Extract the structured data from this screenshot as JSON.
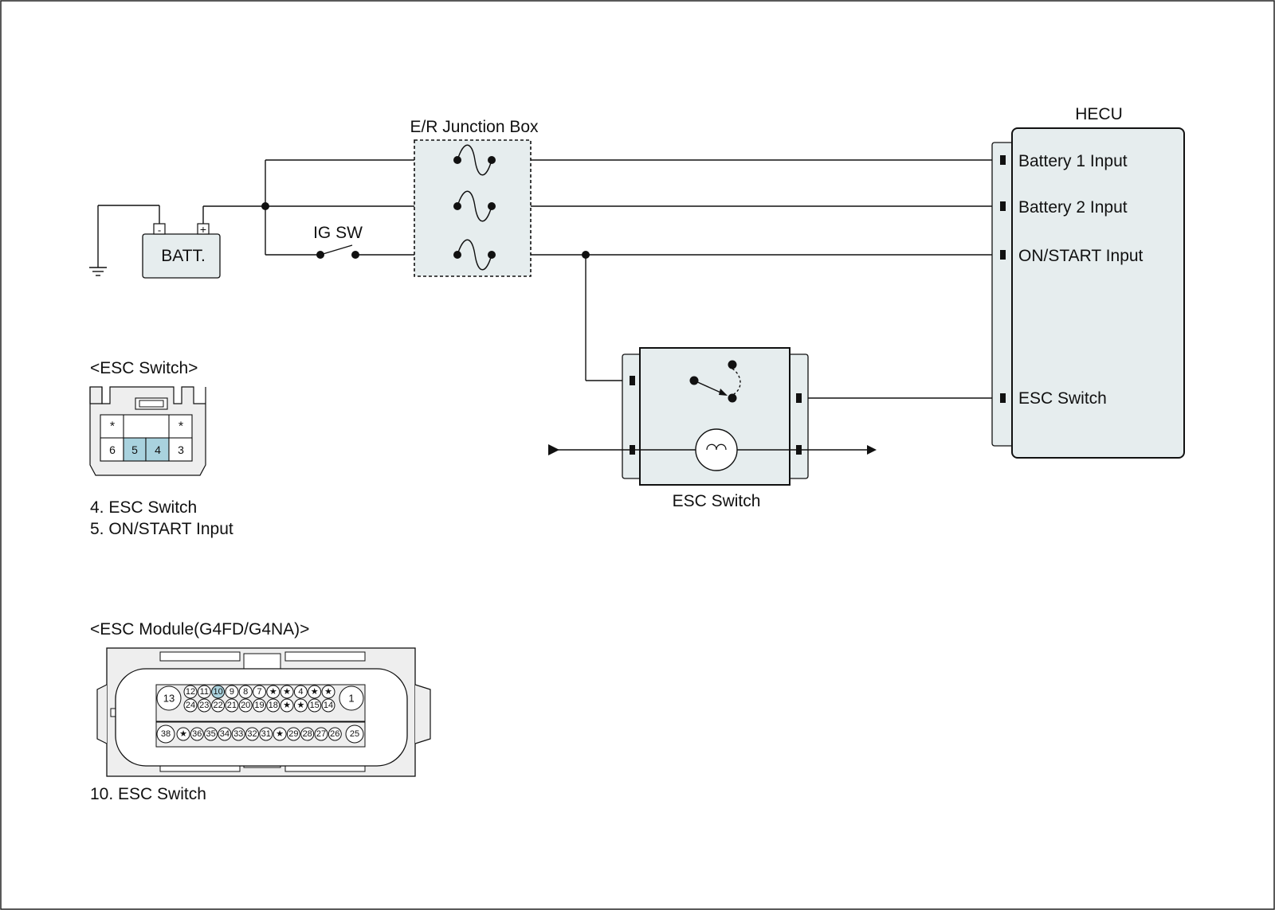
{
  "labels": {
    "hecu_title": "HECU",
    "hecu_pins": [
      "Battery 1 Input",
      "Battery 2 Input",
      "ON/START Input",
      "ESC Switch"
    ],
    "junction_box": "E/R Junction Box",
    "ig_sw": "IG SW",
    "battery": "BATT.",
    "batt_minus": "-",
    "batt_plus": "+",
    "esc_switch_component": "ESC Switch"
  },
  "esc_switch_connector": {
    "title": "<ESC Switch>",
    "top_row": [
      "*",
      "",
      "",
      "*"
    ],
    "bottom_row": [
      "6",
      "5",
      "4",
      "3"
    ],
    "highlighted": [
      "5",
      "4"
    ],
    "legend": [
      "4. ESC Switch",
      "5. ON/START Input"
    ]
  },
  "esc_module_connector": {
    "title": "<ESC Module(G4FD/G4NA)>",
    "left_big_pin": "13",
    "right_big_pin": "1",
    "row1": [
      "12",
      "11",
      "10",
      "9",
      "8",
      "7",
      "★",
      "★",
      "4",
      "★",
      "★"
    ],
    "row2": [
      "24",
      "23",
      "22",
      "21",
      "20",
      "19",
      "18",
      "★",
      "★",
      "15",
      "14"
    ],
    "lower_left_pin": "38",
    "lower_right_pin": "25",
    "row3": [
      "★",
      "36",
      "35",
      "34",
      "33",
      "32",
      "31",
      "★",
      "29",
      "28",
      "27",
      "26"
    ],
    "highlighted": [
      "10"
    ],
    "legend": [
      "10. ESC Switch"
    ]
  },
  "colors": {
    "highlight": "#a9d2de",
    "component_fill": "#e6edee",
    "connector_fill": "#eeeeee",
    "line": "#111111"
  }
}
